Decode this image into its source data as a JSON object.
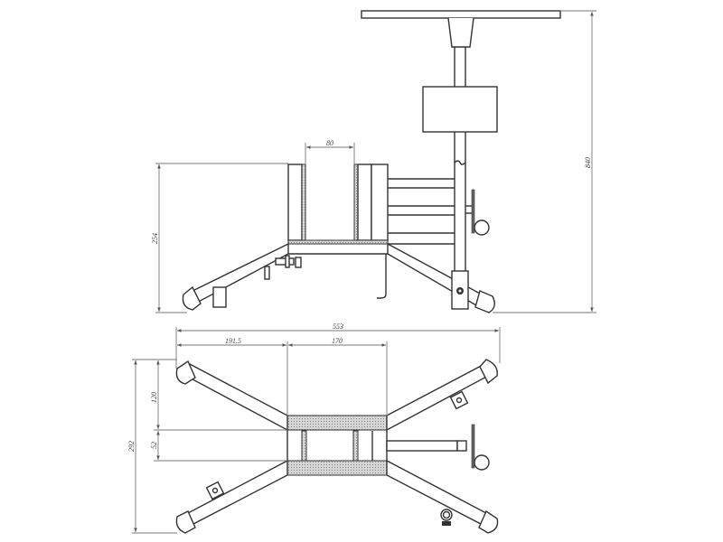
{
  "drawing": {
    "side_view": {
      "dimensions": {
        "slot_width": "80",
        "frame_height": "254",
        "total_height": "840"
      }
    },
    "top_view": {
      "dimensions": {
        "overall_width": "553",
        "leg_offset": "191.5",
        "center_width": "170",
        "upper_offset": "120",
        "center_depth": "52",
        "overall_depth": "292"
      }
    }
  }
}
